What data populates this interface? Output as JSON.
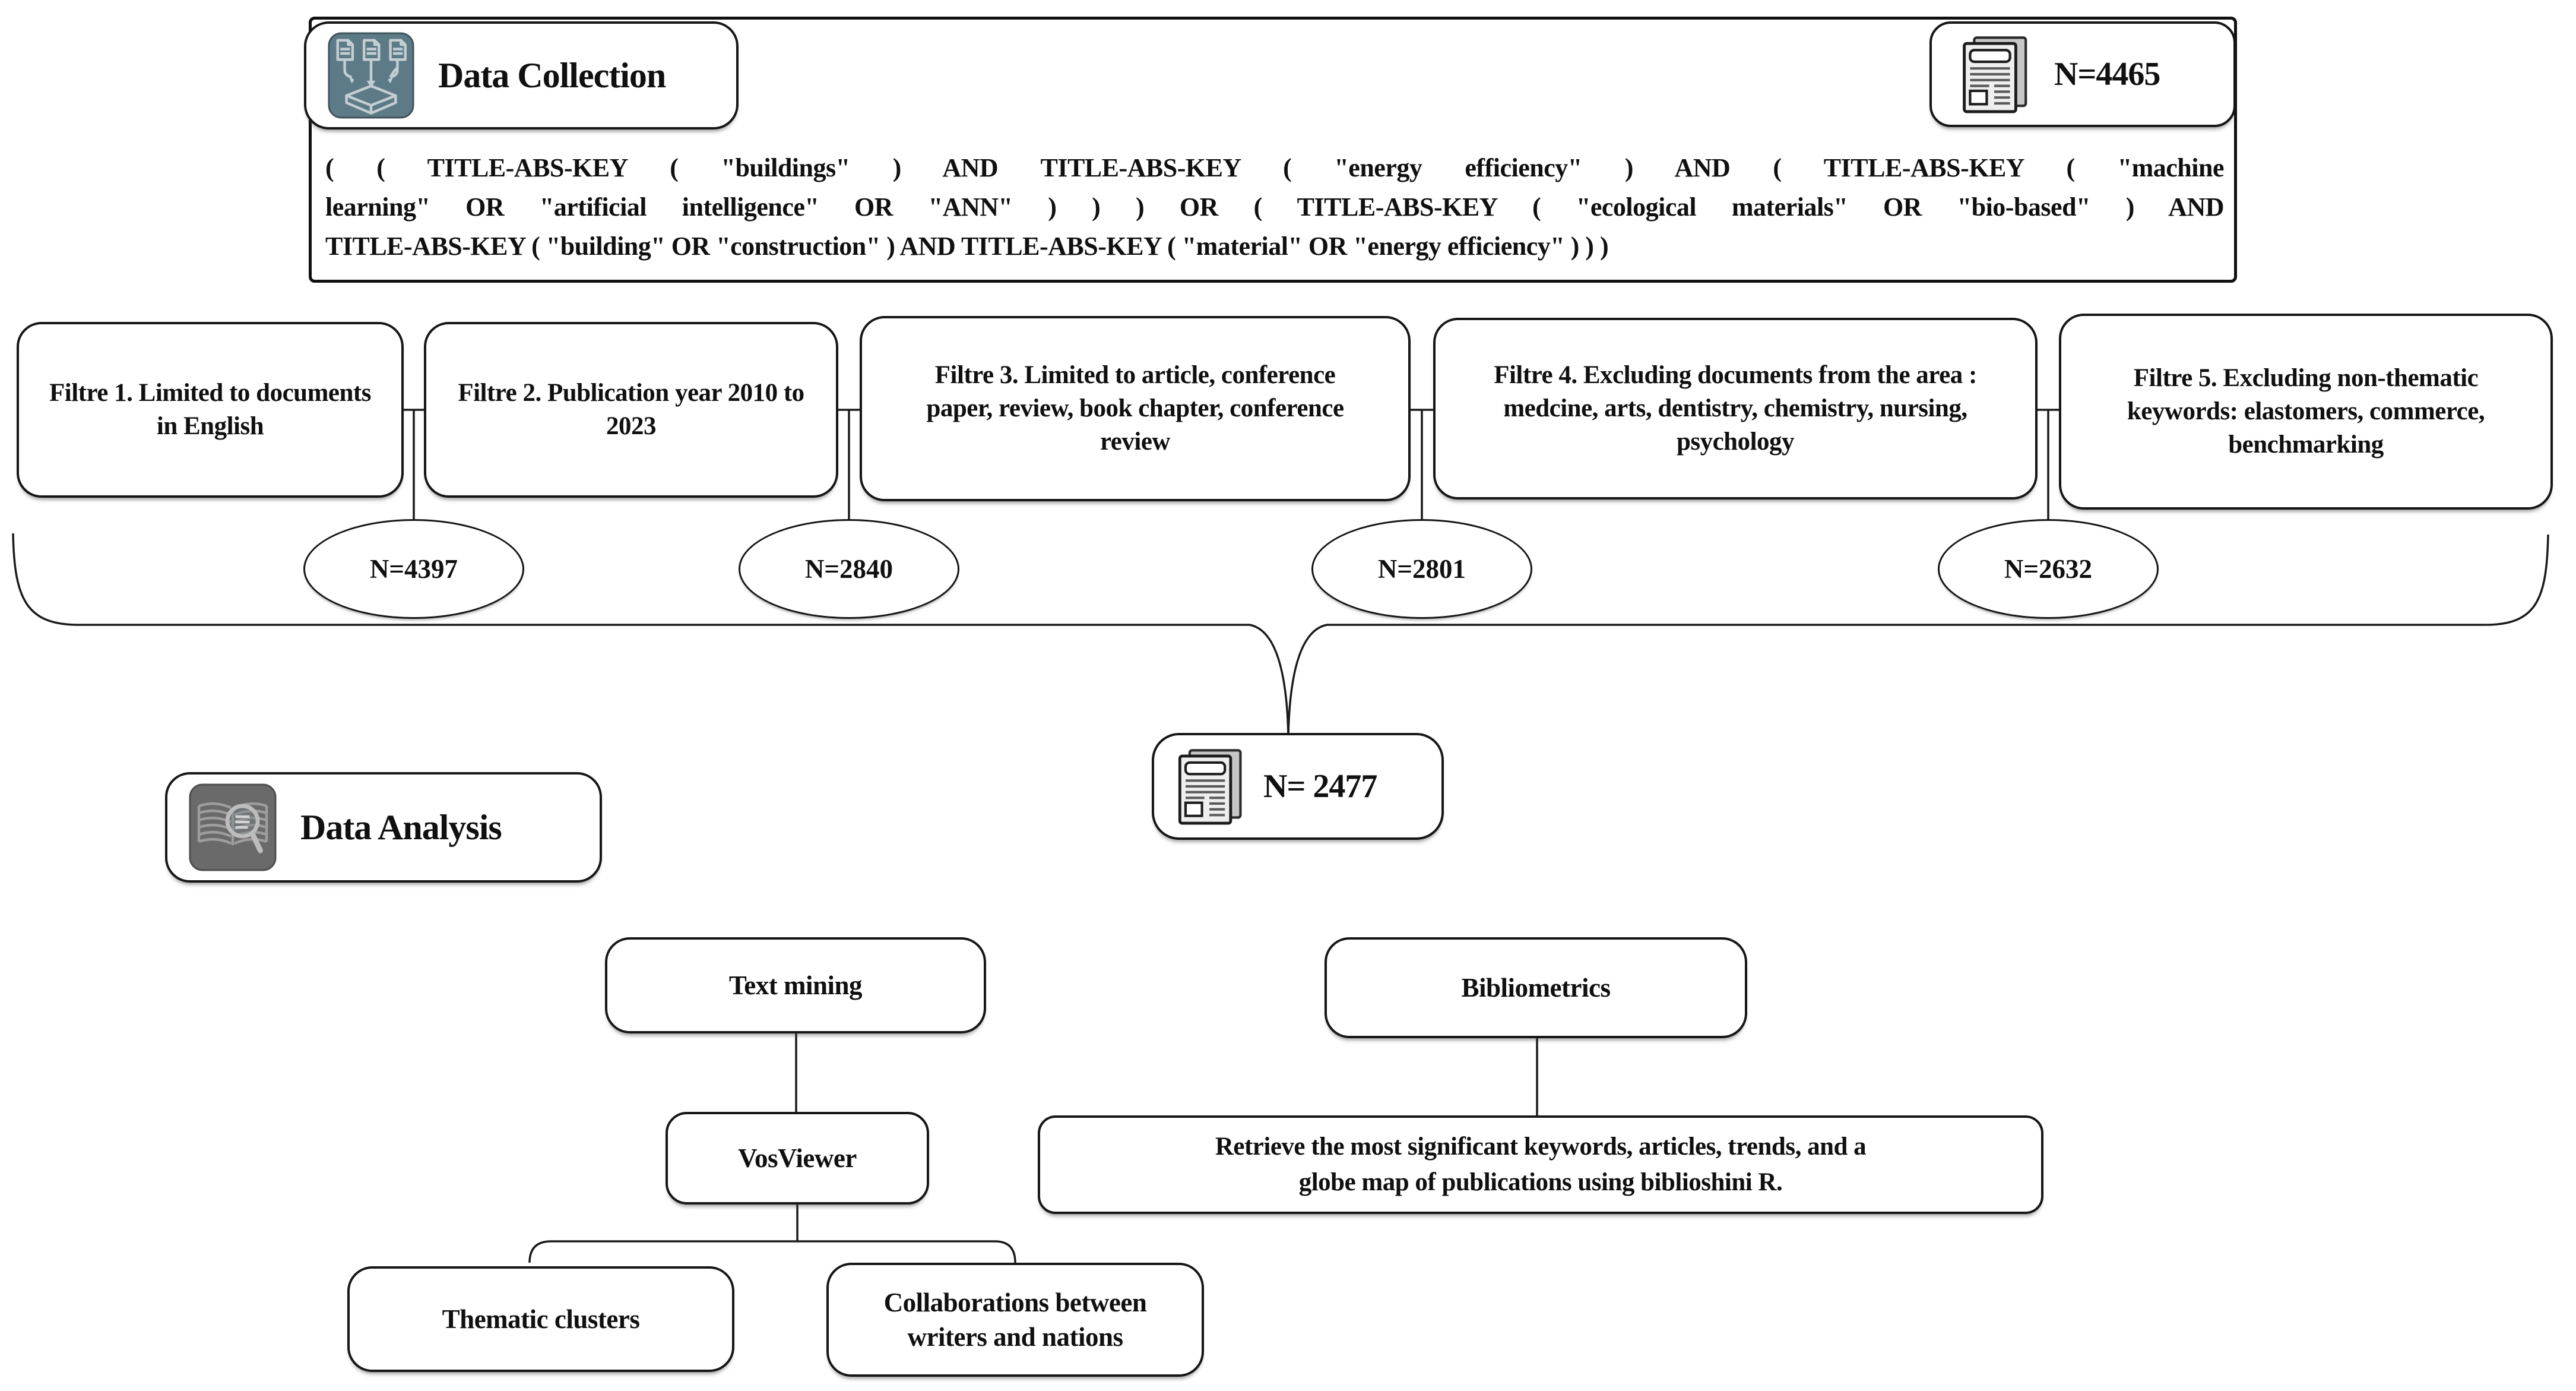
{
  "header": {
    "data_collection_label": "Data Collection",
    "initial_count": "N=4465",
    "query_line1": "( ( TITLE-ABS-KEY ( \"buildings\" ) AND TITLE-ABS-KEY ( \"energy efficiency\" ) AND ( TITLE-ABS-KEY ( \"machine",
    "query_line2": "learning\" OR \"artificial intelligence\" OR \"ANN\" ) ) ) OR ( TITLE-ABS-KEY ( \"ecological materials\" OR \"bio-based\" ) AND",
    "query_line3": "TITLE-ABS-KEY ( \"building\" OR \"construction\" ) AND TITLE-ABS-KEY ( \"material\" OR \"energy efficiency\" ) ) )"
  },
  "filters": [
    {
      "label": "Filtre 1. Limited to documents in English",
      "result": "N=4397"
    },
    {
      "label": "Filtre 2. Publication year 2010 to 2023",
      "result": "N=2840"
    },
    {
      "label": "Filtre 3. Limited to article, conference paper, review, book chapter, conference review",
      "result": "N=2801"
    },
    {
      "label": "Filtre 4. Excluding documents from the area : medcine, arts, dentistry, chemistry, nursing, psychology",
      "result": "N=2632"
    },
    {
      "label": "Filtre 5. Excluding non-thematic keywords: elastomers, commerce, benchmarking",
      "result": ""
    }
  ],
  "merge": {
    "count": "N= 2477"
  },
  "analysis": {
    "data_analysis_label": "Data Analysis",
    "text_mining": "Text mining",
    "bibliometrics": "Bibliometrics",
    "vosviewer": "VosViewer",
    "retrieve_line1": "Retrieve the most significant keywords, articles, trends, and a",
    "retrieve_line2": "globe map of publications using biblioshini R.",
    "thematic_clusters": "Thematic clusters",
    "collaborations": "Collaborations between writers and nations"
  },
  "icons": {
    "data_collection": "documents-merge-icon",
    "document_count": "stacked-newspapers-icon",
    "data_analysis": "book-magnifier-icon"
  },
  "colors": {
    "accent_slate": "#5d7a87",
    "icon_gray": "#6a6a6a",
    "line": "#1a1a1a",
    "paper_gray": "#d9d9d9"
  }
}
